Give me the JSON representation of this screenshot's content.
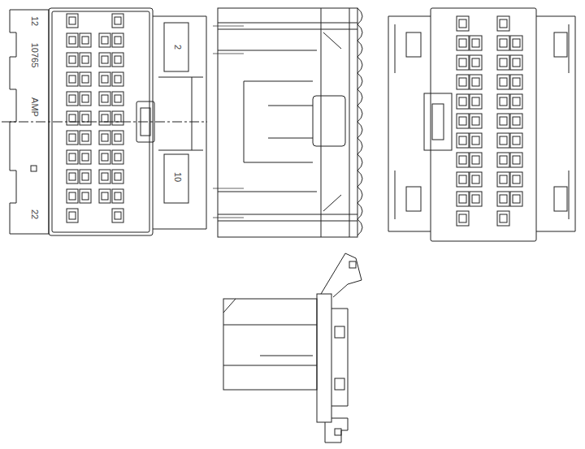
{
  "diagram": {
    "labels": [
      "12",
      "10765",
      "AMP",
      "22",
      "2",
      "10"
    ]
  }
}
